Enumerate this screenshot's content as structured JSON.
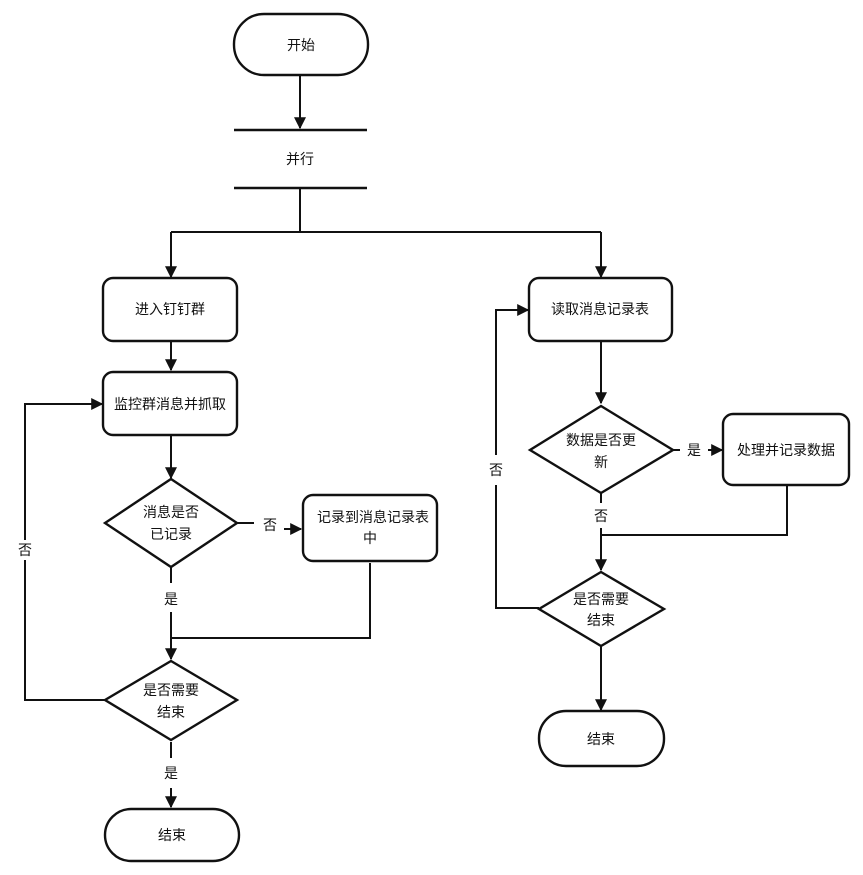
{
  "nodes": {
    "start": "开始",
    "parallel": "并行",
    "enter_group": "进入钉钉群",
    "monitor": "监控群消息并抓取",
    "recorded_q_line1": "消息是否",
    "recorded_q_line2": "已记录",
    "record_to_table_line1": "记录到消息记录表",
    "record_to_table_line2": "中",
    "end_q_left_line1": "是否需要",
    "end_q_left_line2": "结束",
    "end_left": "结束",
    "read_table": "读取消息记录表",
    "data_updated_q_line1": "数据是否更",
    "data_updated_q_line2": "新",
    "process_record": "处理并记录数据",
    "end_q_right_line1": "是否需要",
    "end_q_right_line2": "结束",
    "end_right": "结束"
  },
  "edge_labels": {
    "left_no_record": "否",
    "left_yes_record": "是",
    "left_yes_end": "是",
    "left_loop_no": "否",
    "right_yes_update": "是",
    "right_no_update": "否",
    "right_loop_no": "否"
  }
}
